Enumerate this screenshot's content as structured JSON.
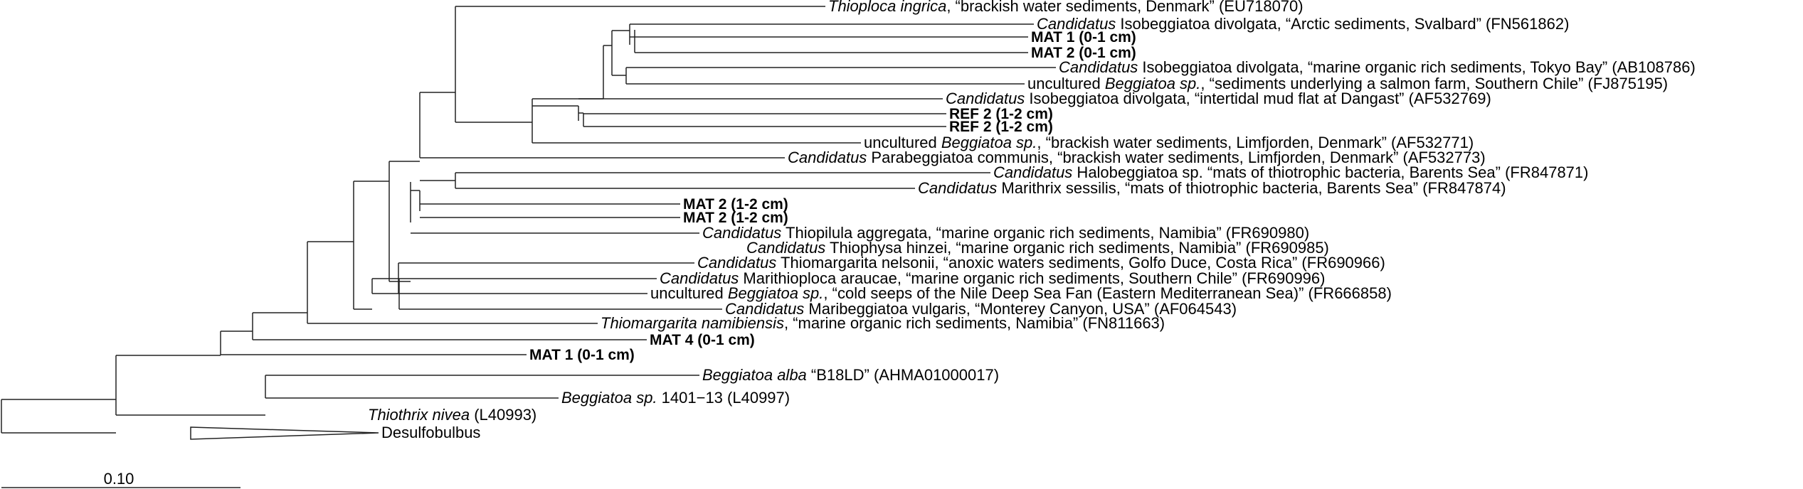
{
  "tree": {
    "scale_bar_label": "0.10",
    "taxa": [
      {
        "id": "t1",
        "bold": false,
        "parts": [
          {
            "t": "Thioploca ingrica",
            "i": true
          },
          {
            "t": ", “brackish water sediments, Denmark” (EU718070)",
            "i": false
          }
        ]
      },
      {
        "id": "t2",
        "bold": false,
        "parts": [
          {
            "t": "Candidatus",
            "i": true
          },
          {
            "t": " Isobeggiatoa divolgata, “Arctic sediments, Svalbard” (FN561862)",
            "i": false
          }
        ]
      },
      {
        "id": "t3",
        "bold": true,
        "parts": [
          {
            "t": "MAT 1 (0-1 cm)",
            "i": false
          }
        ]
      },
      {
        "id": "t4",
        "bold": true,
        "parts": [
          {
            "t": "MAT 2 (0-1 cm)",
            "i": false
          }
        ]
      },
      {
        "id": "t5",
        "bold": false,
        "parts": [
          {
            "t": "Candidatus",
            "i": true
          },
          {
            "t": " Isobeggiatoa divolgata, “marine organic rich sediments, Tokyo Bay” (AB108786)",
            "i": false
          }
        ]
      },
      {
        "id": "t6",
        "bold": false,
        "parts": [
          {
            "t": "uncultured ",
            "i": false
          },
          {
            "t": "Beggiatoa sp.",
            "i": true
          },
          {
            "t": ", “sediments underlying a salmon farm, Southern Chile” (FJ875195)",
            "i": false
          }
        ]
      },
      {
        "id": "t7",
        "bold": false,
        "parts": [
          {
            "t": "Candidatus",
            "i": true
          },
          {
            "t": " Isobeggiatoa divolgata, “intertidal mud flat at Dangast” (AF532769)",
            "i": false
          }
        ]
      },
      {
        "id": "t8",
        "bold": true,
        "parts": [
          {
            "t": "REF 2 (1-2 cm)",
            "i": false
          }
        ]
      },
      {
        "id": "t9",
        "bold": true,
        "parts": [
          {
            "t": "REF 2 (1-2 cm)",
            "i": false
          }
        ]
      },
      {
        "id": "t10",
        "bold": false,
        "parts": [
          {
            "t": "uncultured ",
            "i": false
          },
          {
            "t": "Beggiatoa sp.",
            "i": true
          },
          {
            "t": ", “brackish water sediments, Limfjorden, Denmark” (AF532771)",
            "i": false
          }
        ]
      },
      {
        "id": "t11",
        "bold": false,
        "parts": [
          {
            "t": "Candidatus",
            "i": true
          },
          {
            "t": " Parabeggiatoa communis, “brackish water sediments, Limfjorden, Denmark” (AF532773)",
            "i": false
          }
        ]
      },
      {
        "id": "t12",
        "bold": false,
        "parts": [
          {
            "t": "Candidatus",
            "i": true
          },
          {
            "t": " Halobeggiatoa sp. “mats of thiotrophic bacteria, Barents Sea” (FR847871)",
            "i": false
          }
        ]
      },
      {
        "id": "t13",
        "bold": false,
        "parts": [
          {
            "t": "Candidatus",
            "i": true
          },
          {
            "t": " Marithrix sessilis, “mats of thiotrophic bacteria, Barents Sea” (FR847874)",
            "i": false
          }
        ]
      },
      {
        "id": "t14",
        "bold": true,
        "parts": [
          {
            "t": "MAT 2 (1-2 cm)",
            "i": false
          }
        ]
      },
      {
        "id": "t15",
        "bold": true,
        "parts": [
          {
            "t": "MAT 2 (1-2 cm)",
            "i": false
          }
        ]
      },
      {
        "id": "t16",
        "bold": false,
        "parts": [
          {
            "t": "Candidatus",
            "i": true
          },
          {
            "t": " Thiopilula aggregata, “marine organic rich sediments, Namibia” (FR690980)",
            "i": false
          }
        ]
      },
      {
        "id": "t17",
        "bold": false,
        "parts": [
          {
            "t": "Candidatus",
            "i": true
          },
          {
            "t": " Thiophysa hinzei, “marine organic rich sediments, Namibia” (FR690985)",
            "i": false
          }
        ]
      },
      {
        "id": "t18",
        "bold": false,
        "parts": [
          {
            "t": "Candidatus",
            "i": true
          },
          {
            "t": " Thiomargarita nelsonii, “anoxic waters sediments, Golfo Duce, Costa Rica” (FR690966)",
            "i": false
          }
        ]
      },
      {
        "id": "t19",
        "bold": false,
        "parts": [
          {
            "t": "Candidatus",
            "i": true
          },
          {
            "t": " Marithioploca araucae, “marine organic rich sediments, Southern Chile” (FR690996)",
            "i": false
          }
        ]
      },
      {
        "id": "t20",
        "bold": false,
        "parts": [
          {
            "t": "uncultured ",
            "i": false
          },
          {
            "t": "Beggiatoa sp.",
            "i": true
          },
          {
            "t": ", “cold seeps of the Nile Deep Sea Fan (Eastern Mediterranean Sea)” (FR666858)",
            "i": false
          }
        ]
      },
      {
        "id": "t21",
        "bold": false,
        "parts": [
          {
            "t": "Candidatus",
            "i": true
          },
          {
            "t": " Maribeggiatoa vulgaris, “Monterey Canyon, USA” (AF064543)",
            "i": false
          }
        ]
      },
      {
        "id": "t22",
        "bold": false,
        "parts": [
          {
            "t": "Thiomargarita namibiensis",
            "i": true
          },
          {
            "t": ", “marine organic rich sediments, Namibia” (FN811663)",
            "i": false
          }
        ]
      },
      {
        "id": "t23",
        "bold": true,
        "parts": [
          {
            "t": "MAT 4 (0-1 cm)",
            "i": false
          }
        ]
      },
      {
        "id": "t24",
        "bold": true,
        "parts": [
          {
            "t": "MAT 1 (0-1 cm)",
            "i": false
          }
        ]
      },
      {
        "id": "t25",
        "bold": false,
        "parts": [
          {
            "t": "Beggiatoa alba",
            "i": true
          },
          {
            "t": " “B18LD” (AHMA01000017)",
            "i": false
          }
        ]
      },
      {
        "id": "t26",
        "bold": false,
        "parts": [
          {
            "t": "Beggiatoa sp.",
            "i": true
          },
          {
            "t": " 1401−13 (L40997)",
            "i": false
          }
        ]
      },
      {
        "id": "t27",
        "bold": false,
        "parts": [
          {
            "t": "Thiothrix nivea",
            "i": true
          },
          {
            "t": " (L40993)",
            "i": false
          }
        ]
      },
      {
        "id": "t28",
        "bold": false,
        "parts": [
          {
            "t": "Desulfobulbus",
            "i": false
          }
        ]
      }
    ]
  }
}
